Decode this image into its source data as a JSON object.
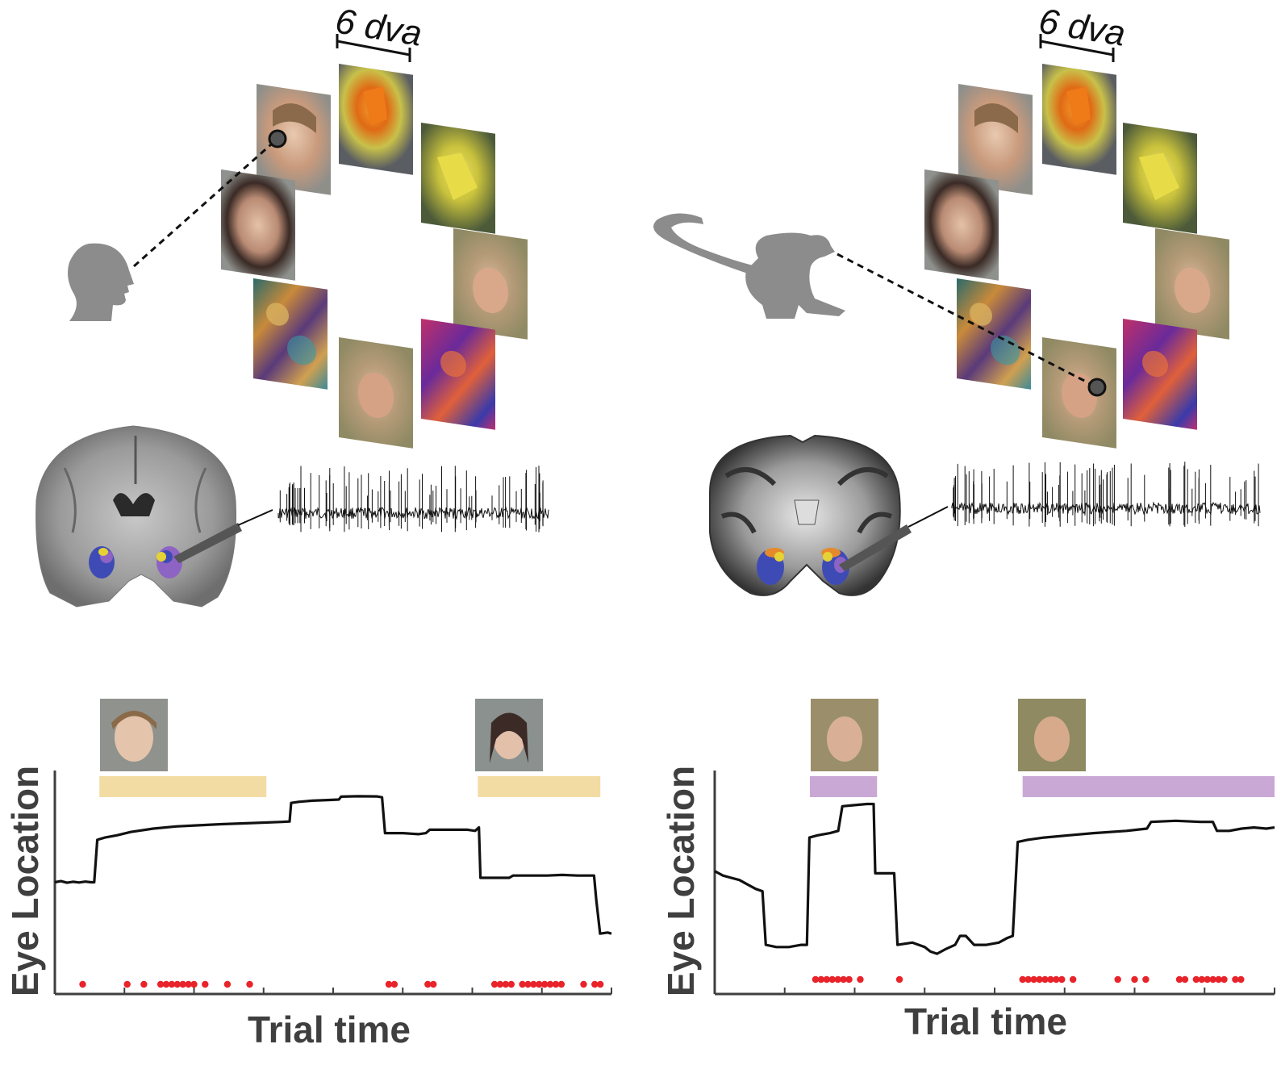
{
  "scale_bar": {
    "label": "6 dva"
  },
  "panels": [
    {
      "id": "human",
      "y_axis_label": "Eye Location",
      "x_axis_label": "Trial time",
      "epoch_color": "#f3dca4",
      "icons": [
        "human-head-silhouette-icon",
        "human-brain-coronal-slice",
        "spike-waveform"
      ],
      "eye_trace": [
        [
          0,
          0.5
        ],
        [
          8,
          0.505
        ],
        [
          16,
          0.498
        ],
        [
          24,
          0.502
        ],
        [
          32,
          0.499
        ],
        [
          40,
          0.503
        ],
        [
          48,
          0.5
        ],
        [
          52,
          0.5
        ],
        [
          56,
          0.69
        ],
        [
          66,
          0.7
        ],
        [
          82,
          0.71
        ],
        [
          100,
          0.725
        ],
        [
          130,
          0.74
        ],
        [
          160,
          0.75
        ],
        [
          190,
          0.755
        ],
        [
          220,
          0.76
        ],
        [
          260,
          0.765
        ],
        [
          300,
          0.77
        ],
        [
          310,
          0.772
        ],
        [
          312,
          0.855
        ],
        [
          322,
          0.86
        ],
        [
          340,
          0.865
        ],
        [
          360,
          0.868
        ],
        [
          375,
          0.87
        ],
        [
          378,
          0.883
        ],
        [
          400,
          0.885
        ],
        [
          425,
          0.884
        ],
        [
          432,
          0.88
        ],
        [
          436,
          0.72
        ],
        [
          460,
          0.72
        ],
        [
          480,
          0.715
        ],
        [
          490,
          0.72
        ],
        [
          495,
          0.735
        ],
        [
          520,
          0.735
        ],
        [
          545,
          0.735
        ],
        [
          555,
          0.73
        ],
        [
          560,
          0.745
        ],
        [
          562,
          0.52
        ],
        [
          580,
          0.52
        ],
        [
          600,
          0.52
        ],
        [
          605,
          0.53
        ],
        [
          620,
          0.53
        ],
        [
          650,
          0.53
        ],
        [
          670,
          0.533
        ],
        [
          690,
          0.53
        ],
        [
          712,
          0.53
        ],
        [
          715,
          0.42
        ],
        [
          720,
          0.27
        ],
        [
          730,
          0.275
        ],
        [
          735,
          0.27
        ]
      ],
      "spike_dots": [
        0.05,
        0.13,
        0.16,
        0.19,
        0.2,
        0.21,
        0.22,
        0.23,
        0.24,
        0.25,
        0.27,
        0.31,
        0.35,
        0.6,
        0.61,
        0.67,
        0.68,
        0.79,
        0.8,
        0.81,
        0.82,
        0.84,
        0.85,
        0.86,
        0.87,
        0.88,
        0.89,
        0.9,
        0.91,
        0.95,
        0.97,
        0.98
      ],
      "epochs": [
        {
          "start": 0.08,
          "end": 0.38
        },
        {
          "start": 0.76,
          "end": 0.98
        }
      ]
    },
    {
      "id": "monkey",
      "y_axis_label": "Eye Location",
      "x_axis_label": "Trial time",
      "epoch_color": "#c9a8d6",
      "icons": [
        "monkey-silhouette-icon",
        "monkey-brain-coronal-slice",
        "spike-waveform"
      ],
      "eye_trace": [
        [
          0,
          0.55
        ],
        [
          10,
          0.53
        ],
        [
          20,
          0.52
        ],
        [
          30,
          0.51
        ],
        [
          40,
          0.49
        ],
        [
          50,
          0.47
        ],
        [
          58,
          0.46
        ],
        [
          62,
          0.22
        ],
        [
          75,
          0.21
        ],
        [
          90,
          0.21
        ],
        [
          105,
          0.22
        ],
        [
          112,
          0.22
        ],
        [
          115,
          0.7
        ],
        [
          125,
          0.71
        ],
        [
          140,
          0.72
        ],
        [
          150,
          0.73
        ],
        [
          155,
          0.84
        ],
        [
          170,
          0.845
        ],
        [
          185,
          0.85
        ],
        [
          193,
          0.85
        ],
        [
          195,
          0.54
        ],
        [
          205,
          0.54
        ],
        [
          218,
          0.54
        ],
        [
          222,
          0.22
        ],
        [
          240,
          0.23
        ],
        [
          255,
          0.21
        ],
        [
          262,
          0.19
        ],
        [
          270,
          0.18
        ],
        [
          280,
          0.2
        ],
        [
          292,
          0.22
        ],
        [
          298,
          0.26
        ],
        [
          305,
          0.26
        ],
        [
          315,
          0.22
        ],
        [
          330,
          0.22
        ],
        [
          345,
          0.23
        ],
        [
          355,
          0.25
        ],
        [
          362,
          0.26
        ],
        [
          368,
          0.68
        ],
        [
          380,
          0.69
        ],
        [
          400,
          0.7
        ],
        [
          430,
          0.71
        ],
        [
          460,
          0.72
        ],
        [
          500,
          0.73
        ],
        [
          525,
          0.74
        ],
        [
          530,
          0.77
        ],
        [
          560,
          0.775
        ],
        [
          590,
          0.77
        ],
        [
          605,
          0.77
        ],
        [
          610,
          0.73
        ],
        [
          625,
          0.73
        ],
        [
          640,
          0.74
        ],
        [
          655,
          0.745
        ],
        [
          670,
          0.74
        ],
        [
          680,
          0.745
        ]
      ],
      "spike_dots": [
        0.18,
        0.19,
        0.2,
        0.21,
        0.22,
        0.23,
        0.24,
        0.26,
        0.33,
        0.55,
        0.56,
        0.57,
        0.58,
        0.59,
        0.6,
        0.61,
        0.62,
        0.64,
        0.72,
        0.75,
        0.77,
        0.83,
        0.84,
        0.86,
        0.87,
        0.88,
        0.89,
        0.9,
        0.91,
        0.93,
        0.94
      ],
      "epochs": [
        {
          "start": 0.17,
          "end": 0.29
        },
        {
          "start": 0.55,
          "end": 1.0
        }
      ]
    }
  ],
  "colors": {
    "silhouette": "#8c8c8c",
    "axis": "#3f3f3f",
    "trace": "#111111",
    "spike_dot": "#e8232a",
    "amygdala_blue": "#3f4bb5",
    "amygdala_purple": "#8d63c4",
    "amygdala_yellow": "#e6d235",
    "amygdala_orange": "#e58a2c"
  },
  "stimuli": [
    {
      "name": "human-face-male",
      "kind": "face"
    },
    {
      "name": "flower-orange",
      "kind": "flower"
    },
    {
      "name": "flower-yellow",
      "kind": "flower"
    },
    {
      "name": "human-face-female",
      "kind": "face"
    },
    {
      "name": "monkey-face",
      "kind": "monkey"
    },
    {
      "name": "fractal-pattern",
      "kind": "fractal"
    },
    {
      "name": "monkey-face-2",
      "kind": "monkey"
    },
    {
      "name": "fractal-pattern-2",
      "kind": "fractal"
    }
  ]
}
